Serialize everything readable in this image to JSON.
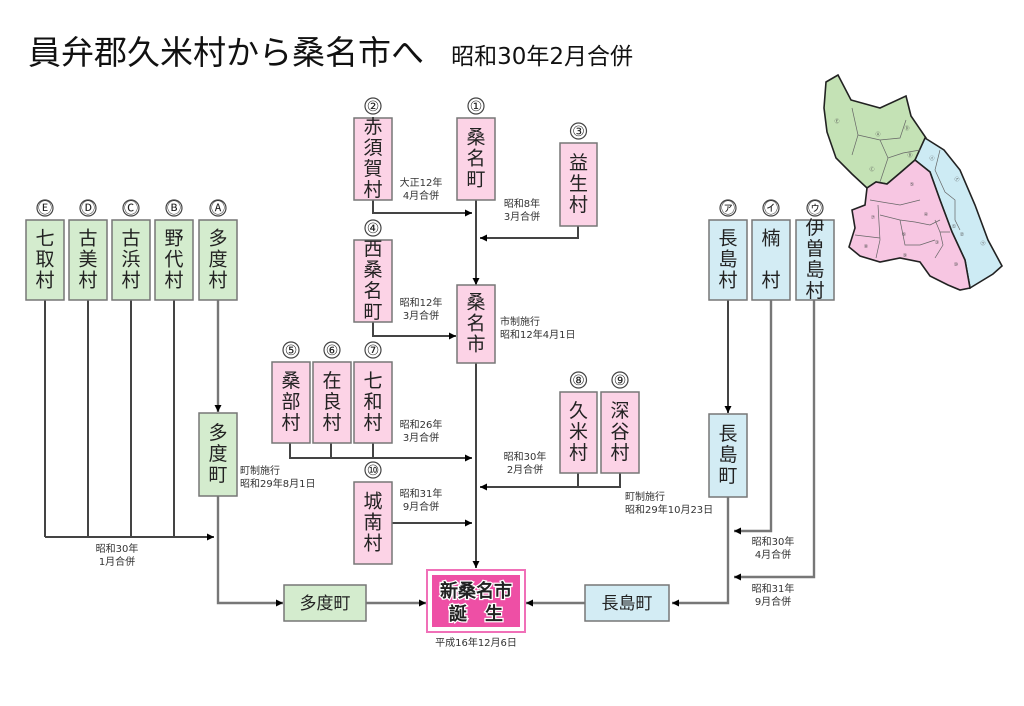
{
  "title": {
    "main": "員弁郡久米村から桑名市へ",
    "sub": "昭和30年2月合併"
  },
  "colors": {
    "kuwana_group": "#fcd3e6",
    "tado_group": "#d4ecce",
    "nagashima_group": "#d3ecf4",
    "final_box": "#ee4fa5"
  },
  "boxes": {
    "n1": {
      "num": "①",
      "chars": [
        "桑",
        "名",
        "町"
      ]
    },
    "n2": {
      "num": "②",
      "chars": [
        "赤",
        "須",
        "賀",
        "村"
      ]
    },
    "n3": {
      "num": "③",
      "chars": [
        "益",
        "生",
        "村"
      ]
    },
    "n4": {
      "num": "④",
      "chars": [
        "西",
        "桑",
        "名",
        "町"
      ]
    },
    "kuwana_city": {
      "chars": [
        "桑",
        "名",
        "市"
      ]
    },
    "n5": {
      "num": "⑤",
      "chars": [
        "桑",
        "部",
        "村"
      ]
    },
    "n6": {
      "num": "⑥",
      "chars": [
        "在",
        "良",
        "村"
      ]
    },
    "n7": {
      "num": "⑦",
      "chars": [
        "七",
        "和",
        "村"
      ]
    },
    "n8": {
      "num": "⑧",
      "chars": [
        "久",
        "米",
        "村"
      ]
    },
    "n9": {
      "num": "⑨",
      "chars": [
        "深",
        "谷",
        "村"
      ]
    },
    "n10": {
      "num": "⑩",
      "chars": [
        "城",
        "南",
        "村"
      ]
    },
    "E": {
      "num": "Ⓔ",
      "chars": [
        "七",
        "取",
        "村"
      ]
    },
    "D": {
      "num": "Ⓓ",
      "chars": [
        "古",
        "美",
        "村"
      ]
    },
    "C": {
      "num": "Ⓒ",
      "chars": [
        "古",
        "浜",
        "村"
      ]
    },
    "B": {
      "num": "Ⓑ",
      "chars": [
        "野",
        "代",
        "村"
      ]
    },
    "A": {
      "num": "Ⓐ",
      "chars": [
        "多",
        "度",
        "村"
      ]
    },
    "tado_town_v": {
      "chars": [
        "多",
        "度",
        "町"
      ]
    },
    "a": {
      "num": "㋐",
      "chars": [
        "長",
        "島",
        "村"
      ]
    },
    "i": {
      "num": "㋑",
      "chars": [
        "楠",
        "",
        "村"
      ]
    },
    "u": {
      "num": "㋒",
      "chars": [
        "伊",
        "曽",
        "島",
        "村"
      ]
    },
    "nagashima_town_v": {
      "chars": [
        "長",
        "島",
        "町"
      ]
    },
    "tado_town_h": {
      "label": "多度町"
    },
    "nagashima_town_h": {
      "label": "長島町"
    },
    "final": {
      "line1": "新桑名市",
      "line2": "誕　生",
      "date": "平成16年12月6日"
    }
  },
  "notes": {
    "taisho12": [
      "大正12年",
      "4月合併"
    ],
    "showa8": [
      "昭和8年",
      "3月合併"
    ],
    "showa12": [
      "昭和12年",
      "3月合併"
    ],
    "city_status": [
      "市制施行",
      "昭和12年4月1日"
    ],
    "showa26": [
      "昭和26年",
      "3月合併"
    ],
    "showa30_feb": [
      "昭和30年",
      "2月合併"
    ],
    "showa31_sep_kuwana": [
      "昭和31年",
      "9月合併"
    ],
    "tado_town_status": [
      "町制施行",
      "昭和29年8月1日"
    ],
    "showa30_jan": [
      "昭和30年",
      "1月合併"
    ],
    "nagashima_town_status": [
      "町制施行",
      "昭和29年10月23日"
    ],
    "showa30_apr": [
      "昭和30年",
      "4月合併"
    ],
    "showa31_sep_nagashima": [
      "昭和31年",
      "9月合併"
    ]
  },
  "map": {
    "labels_green": [
      "Ⓔ",
      "Ⓐ",
      "Ⓓ",
      "Ⓑ",
      "Ⓒ"
    ],
    "labels_pink": [
      "⑤",
      "④",
      "⑦",
      "⑥",
      "①",
      "②",
      "③",
      "⑧",
      "⑨",
      "⑩"
    ],
    "labels_blue": [
      "㋑",
      "㋐",
      "㋒"
    ]
  }
}
